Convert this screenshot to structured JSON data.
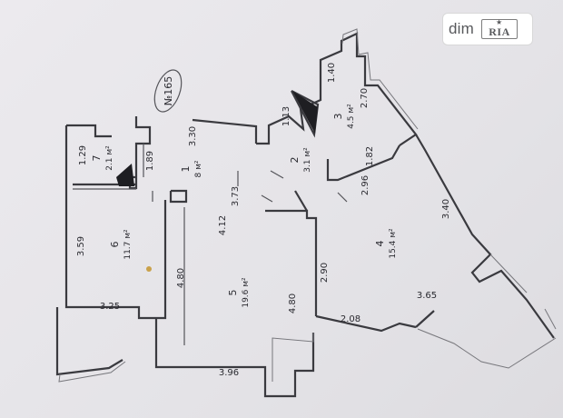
{
  "watermark": {
    "brand_left": "dim",
    "brand_right": "RIA"
  },
  "plan": {
    "unit_number": "№165",
    "rooms": [
      {
        "id": "1",
        "area": "8 м²"
      },
      {
        "id": "2",
        "area": "3.1 м²"
      },
      {
        "id": "3",
        "area": "4.5 м²"
      },
      {
        "id": "4",
        "area": "15.4 м²"
      },
      {
        "id": "5",
        "area": "19.6 м²"
      },
      {
        "id": "6",
        "area": "11.7 м²"
      },
      {
        "id": "7",
        "area": "2.1 м²"
      }
    ],
    "dimensions": [
      "1.40",
      "1.13",
      "2.70",
      "3.30",
      "1.82",
      "2.96",
      "3.73",
      "4.12",
      "1.29",
      "1.89",
      "3.59",
      "3.40",
      "2.90",
      "4.80",
      "4.80",
      "3.25",
      "2.08",
      "3.65",
      "3.96"
    ]
  }
}
